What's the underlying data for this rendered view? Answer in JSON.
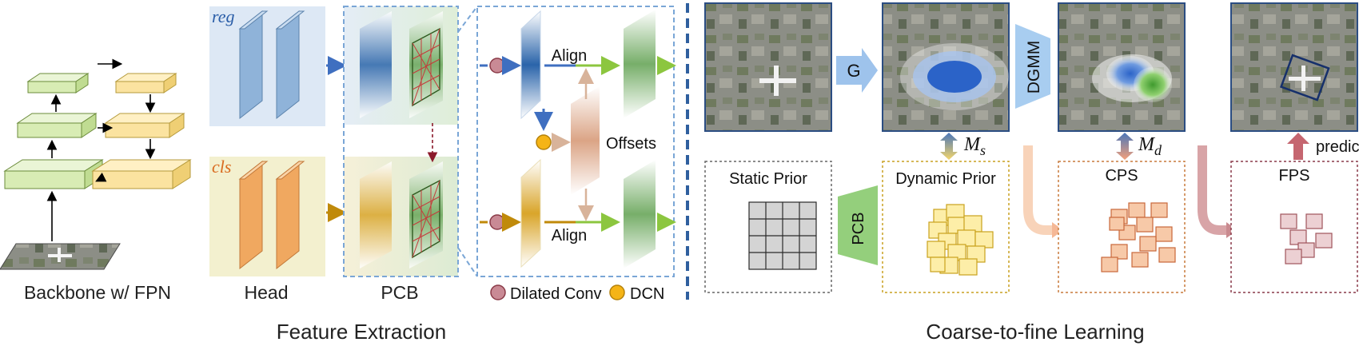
{
  "feature_extraction": {
    "section_title": "Feature Extraction",
    "backbone_label": "Backbone w/ FPN",
    "head_label": "Head",
    "pcb_label": "PCB",
    "reg_label": "reg",
    "cls_label": "cls",
    "align_top": "Align",
    "align_bottom": "Align",
    "offsets_label": "Offsets",
    "legend": {
      "dilated_conv": "Dilated Conv",
      "dcn": "DCN"
    }
  },
  "coarse_to_fine": {
    "section_title": "Coarse-to-fine Learning",
    "g_label": "G",
    "dgmm_label": "DGMM",
    "pcb_label": "PCB",
    "ms_label": "Ms",
    "md_label": "Md",
    "predict_label": "predict",
    "static_prior": "Static Prior",
    "dynamic_prior": "Dynamic Prior",
    "cps": "CPS",
    "fps": "FPS"
  },
  "colors": {
    "green_block": "#d8ecb4",
    "yellow_block": "#fbe3a0",
    "reg_blue": "#8fb3d9",
    "cls_orange": "#f0a860",
    "dashed_blue": "#7aa6d6",
    "divider_blue": "#2f5f9e",
    "dilated_conv": "#c98a95",
    "dcn": "#f5b416",
    "dynamic_yellow": "#fdeea8",
    "cps_orange": "#f7c9a8",
    "fps_pink": "#ecd0d3"
  }
}
